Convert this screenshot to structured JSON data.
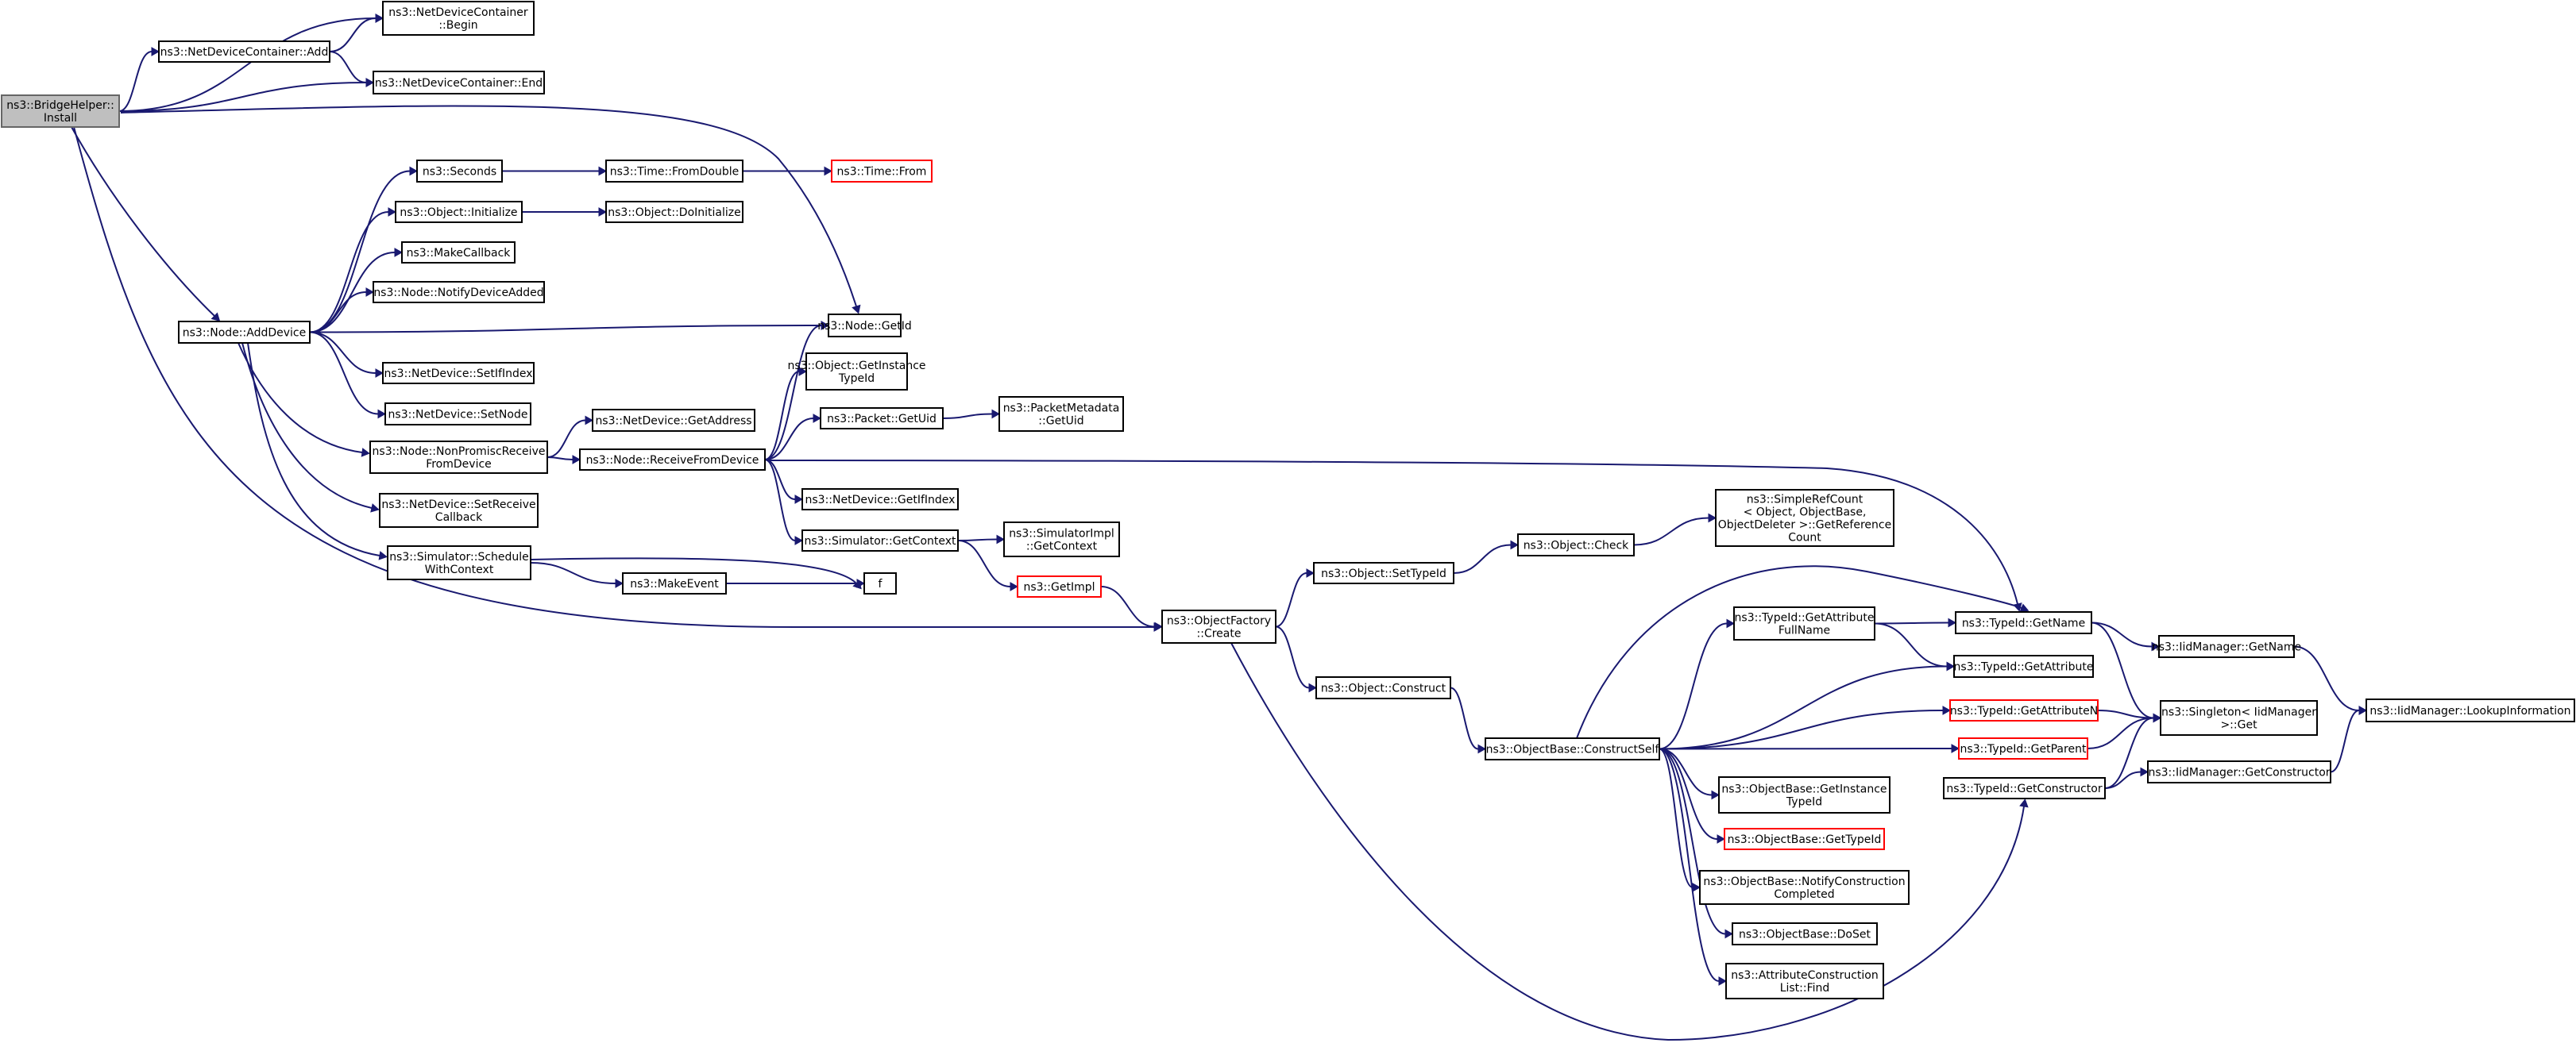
{
  "nodes": [
    {
      "id": "bridge_install",
      "lines": [
        "ns3::BridgeHelper::",
        "Install"
      ],
      "style": "root"
    },
    {
      "id": "ndc_begin",
      "lines": [
        "ns3::NetDeviceContainer",
        "::Begin"
      ]
    },
    {
      "id": "ndc_add",
      "lines": [
        "ns3::NetDeviceContainer::Add"
      ]
    },
    {
      "id": "ndc_end",
      "lines": [
        "ns3::NetDeviceContainer::End"
      ]
    },
    {
      "id": "seconds",
      "lines": [
        "ns3::Seconds"
      ]
    },
    {
      "id": "time_fromdouble",
      "lines": [
        "ns3::Time::FromDouble"
      ]
    },
    {
      "id": "time_from",
      "lines": [
        "ns3::Time::From"
      ],
      "style": "red"
    },
    {
      "id": "object_initialize",
      "lines": [
        "ns3::Object::Initialize"
      ]
    },
    {
      "id": "object_doinitialize",
      "lines": [
        "ns3::Object::DoInitialize"
      ]
    },
    {
      "id": "makecallback",
      "lines": [
        "ns3::MakeCallback"
      ]
    },
    {
      "id": "node_notifydeviceadded",
      "lines": [
        "ns3::Node::NotifyDeviceAdded"
      ]
    },
    {
      "id": "node_adddevice",
      "lines": [
        "ns3::Node::AddDevice"
      ]
    },
    {
      "id": "node_getid",
      "lines": [
        "ns3::Node::GetId"
      ]
    },
    {
      "id": "object_getinstancetypeid",
      "lines": [
        "ns3::Object::GetInstance",
        "TypeId"
      ]
    },
    {
      "id": "netdevice_setifindex",
      "lines": [
        "ns3::NetDevice::SetIfIndex"
      ]
    },
    {
      "id": "packet_getuid",
      "lines": [
        "ns3::Packet::GetUid"
      ]
    },
    {
      "id": "packetmetadata_getuid",
      "lines": [
        "ns3::PacketMetadata",
        "::GetUid"
      ]
    },
    {
      "id": "netdevice_setnode",
      "lines": [
        "ns3::NetDevice::SetNode"
      ]
    },
    {
      "id": "netdevice_getaddress",
      "lines": [
        "ns3::NetDevice::GetAddress"
      ]
    },
    {
      "id": "node_nonpromisc",
      "lines": [
        "ns3::Node::NonPromiscReceive",
        "FromDevice"
      ]
    },
    {
      "id": "node_receivefromdevice",
      "lines": [
        "ns3::Node::ReceiveFromDevice"
      ]
    },
    {
      "id": "netdevice_getifindex",
      "lines": [
        "ns3::NetDevice::GetIfIndex"
      ]
    },
    {
      "id": "netdevice_setreceivecallback",
      "lines": [
        "ns3::NetDevice::SetReceive",
        "Callback"
      ]
    },
    {
      "id": "simulator_getcontext",
      "lines": [
        "ns3::Simulator::GetContext"
      ]
    },
    {
      "id": "simulatorimpl_getcontext",
      "lines": [
        "ns3::SimulatorImpl",
        "::GetContext"
      ]
    },
    {
      "id": "simplerefcount",
      "lines": [
        "ns3::SimpleRefCount",
        "< Object, ObjectBase,",
        "ObjectDeleter >::GetReference",
        "Count"
      ]
    },
    {
      "id": "object_check",
      "lines": [
        "ns3::Object::Check"
      ]
    },
    {
      "id": "simulator_schedulewithcontext",
      "lines": [
        "ns3::Simulator::Schedule",
        "WithContext"
      ]
    },
    {
      "id": "object_settypeid",
      "lines": [
        "ns3::Object::SetTypeId"
      ]
    },
    {
      "id": "makeevent",
      "lines": [
        "ns3::MakeEvent"
      ]
    },
    {
      "id": "f",
      "lines": [
        "f"
      ]
    },
    {
      "id": "getimpl",
      "lines": [
        "ns3::GetImpl"
      ],
      "style": "red"
    },
    {
      "id": "objectfactory_create",
      "lines": [
        "ns3::ObjectFactory",
        "::Create"
      ]
    },
    {
      "id": "typeid_getattributefullname",
      "lines": [
        "ns3::TypeId::GetAttribute",
        "FullName"
      ]
    },
    {
      "id": "typeid_getname",
      "lines": [
        "ns3::TypeId::GetName"
      ]
    },
    {
      "id": "iidmanager_getname",
      "lines": [
        "ns3::IidManager::GetName"
      ]
    },
    {
      "id": "typeid_getattribute",
      "lines": [
        "ns3::TypeId::GetAttribute"
      ]
    },
    {
      "id": "object_construct",
      "lines": [
        "ns3::Object::Construct"
      ]
    },
    {
      "id": "typeid_getattributen",
      "lines": [
        "ns3::TypeId::GetAttributeN"
      ],
      "style": "red"
    },
    {
      "id": "singleton_get",
      "lines": [
        "ns3::Singleton< IidManager",
        ">::Get"
      ]
    },
    {
      "id": "iidmanager_lookupinformation",
      "lines": [
        "ns3::IidManager::LookupInformation"
      ]
    },
    {
      "id": "objectbase_constructself",
      "lines": [
        "ns3::ObjectBase::ConstructSelf"
      ]
    },
    {
      "id": "typeid_getparent",
      "lines": [
        "ns3::TypeId::GetParent"
      ],
      "style": "red"
    },
    {
      "id": "iidmanager_getconstructor",
      "lines": [
        "ns3::IidManager::GetConstructor"
      ]
    },
    {
      "id": "typeid_getconstructor",
      "lines": [
        "ns3::TypeId::GetConstructor"
      ]
    },
    {
      "id": "objectbase_getinstancetypeid",
      "lines": [
        "ns3::ObjectBase::GetInstance",
        "TypeId"
      ]
    },
    {
      "id": "objectbase_gettypeid",
      "lines": [
        "ns3::ObjectBase::GetTypeId"
      ],
      "style": "red"
    },
    {
      "id": "objectbase_notifyconstructioncompleted",
      "lines": [
        "ns3::ObjectBase::NotifyConstruction",
        "Completed"
      ]
    },
    {
      "id": "objectbase_doset",
      "lines": [
        "ns3::ObjectBase::DoSet"
      ]
    },
    {
      "id": "attributeconstructionlist_find",
      "lines": [
        "ns3::AttributeConstruction",
        "List::Find"
      ]
    }
  ],
  "edges": [
    [
      "bridge_install",
      "ndc_begin"
    ],
    [
      "bridge_install",
      "ndc_add"
    ],
    [
      "bridge_install",
      "ndc_end"
    ],
    [
      "bridge_install",
      "node_getid"
    ],
    [
      "bridge_install",
      "node_adddevice"
    ],
    [
      "bridge_install",
      "objectfactory_create"
    ],
    [
      "ndc_add",
      "ndc_begin"
    ],
    [
      "ndc_add",
      "ndc_end"
    ],
    [
      "node_adddevice",
      "seconds"
    ],
    [
      "node_adddevice",
      "object_initialize"
    ],
    [
      "node_adddevice",
      "makecallback"
    ],
    [
      "node_adddevice",
      "node_notifydeviceadded"
    ],
    [
      "node_adddevice",
      "node_getid"
    ],
    [
      "node_adddevice",
      "netdevice_setifindex"
    ],
    [
      "node_adddevice",
      "netdevice_setnode"
    ],
    [
      "node_adddevice",
      "node_nonpromisc"
    ],
    [
      "node_adddevice",
      "netdevice_setreceivecallback"
    ],
    [
      "node_adddevice",
      "simulator_schedulewithcontext"
    ],
    [
      "seconds",
      "time_fromdouble"
    ],
    [
      "time_fromdouble",
      "time_from"
    ],
    [
      "object_initialize",
      "object_doinitialize"
    ],
    [
      "node_nonpromisc",
      "netdevice_getaddress"
    ],
    [
      "node_nonpromisc",
      "node_receivefromdevice"
    ],
    [
      "node_receivefromdevice",
      "node_getid"
    ],
    [
      "node_receivefromdevice",
      "object_getinstancetypeid"
    ],
    [
      "node_receivefromdevice",
      "packet_getuid"
    ],
    [
      "node_receivefromdevice",
      "typeid_getname"
    ],
    [
      "node_receivefromdevice",
      "netdevice_getifindex"
    ],
    [
      "node_receivefromdevice",
      "simulator_getcontext"
    ],
    [
      "packet_getuid",
      "packetmetadata_getuid"
    ],
    [
      "simulator_getcontext",
      "simulatorimpl_getcontext"
    ],
    [
      "simulator_getcontext",
      "getimpl"
    ],
    [
      "getimpl",
      "objectfactory_create"
    ],
    [
      "simulator_schedulewithcontext",
      "f"
    ],
    [
      "simulator_schedulewithcontext",
      "makeevent"
    ],
    [
      "makeevent",
      "f"
    ],
    [
      "objectfactory_create",
      "object_settypeid"
    ],
    [
      "objectfactory_create",
      "object_construct"
    ],
    [
      "objectfactory_create",
      "typeid_getconstructor"
    ],
    [
      "object_settypeid",
      "object_check"
    ],
    [
      "object_check",
      "simplerefcount"
    ],
    [
      "object_construct",
      "objectbase_constructself"
    ],
    [
      "objectbase_constructself",
      "typeid_getname"
    ],
    [
      "objectbase_constructself",
      "typeid_getattributefullname"
    ],
    [
      "objectbase_constructself",
      "typeid_getattribute"
    ],
    [
      "objectbase_constructself",
      "typeid_getattributen"
    ],
    [
      "objectbase_constructself",
      "typeid_getparent"
    ],
    [
      "objectbase_constructself",
      "objectbase_getinstancetypeid"
    ],
    [
      "objectbase_constructself",
      "objectbase_gettypeid"
    ],
    [
      "objectbase_constructself",
      "objectbase_notifyconstructioncompleted"
    ],
    [
      "objectbase_constructself",
      "objectbase_doset"
    ],
    [
      "objectbase_constructself",
      "attributeconstructionlist_find"
    ],
    [
      "typeid_getattributefullname",
      "typeid_getname"
    ],
    [
      "typeid_getattributefullname",
      "typeid_getattribute"
    ],
    [
      "typeid_getname",
      "iidmanager_getname"
    ],
    [
      "typeid_getname",
      "singleton_get"
    ],
    [
      "iidmanager_getname",
      "iidmanager_lookupinformation"
    ],
    [
      "typeid_getattributen",
      "singleton_get"
    ],
    [
      "typeid_getparent",
      "singleton_get"
    ],
    [
      "typeid_getconstructor",
      "singleton_get"
    ],
    [
      "typeid_getconstructor",
      "iidmanager_getconstructor"
    ],
    [
      "iidmanager_getconstructor",
      "iidmanager_lookupinformation"
    ]
  ]
}
